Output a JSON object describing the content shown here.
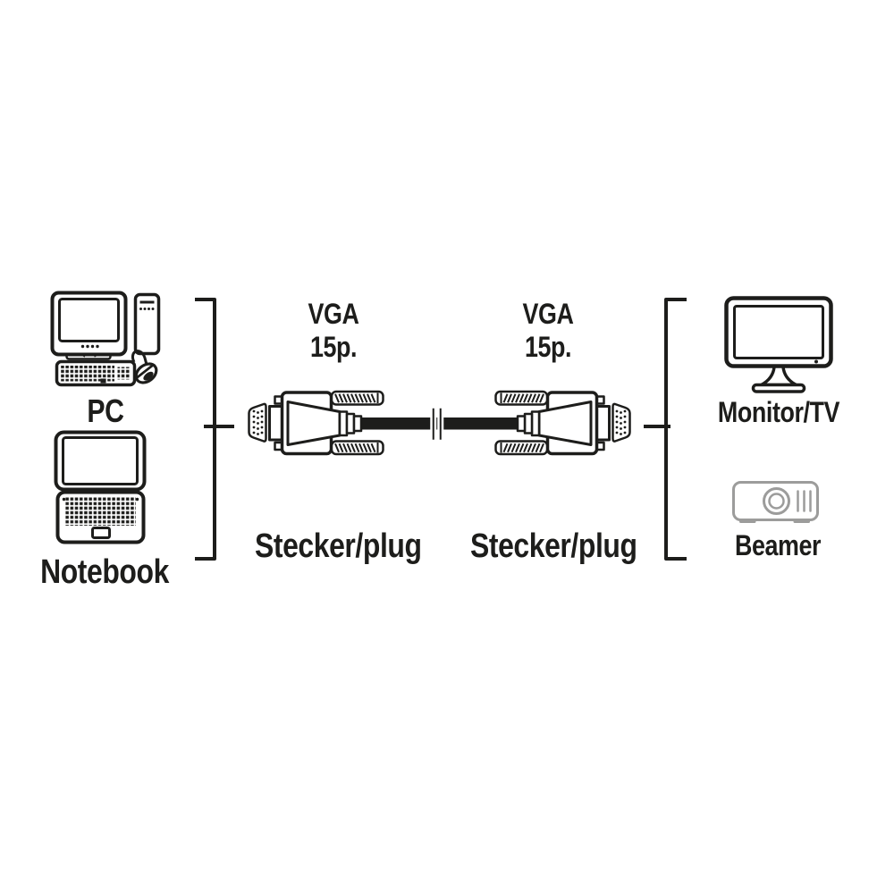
{
  "diagram": {
    "type": "product-connection-diagram",
    "subject": "VGA monitor cable, 15-pin plug to 15-pin plug"
  },
  "labels": {
    "pc": "PC",
    "notebook": "Notebook",
    "monitor_tv": "Monitor/TV",
    "beamer": "Beamer",
    "vga_left_line1": "VGA",
    "vga_left_line2": "15p.",
    "vga_right_line1": "VGA",
    "vga_right_line2": "15p.",
    "plug_left": "Stecker/plug",
    "plug_right": "Stecker/plug"
  },
  "icons": {
    "pc": "pc-icon (desktop computer: CRT monitor, tower, keyboard, mouse)",
    "notebook": "notebook-icon (laptop)",
    "monitor_tv": "monitor-tv-icon (flat-screen display on stand)",
    "beamer": "beamer-icon (video projector with lens and vents)",
    "vga_connector_left": "vga-connector-icon (15-pin D-sub plug with thumbscrews)",
    "vga_connector_right": "vga-connector-icon (15-pin D-sub plug with thumbscrews)",
    "cable_break": "cable-break-icon (cable length interruption marks)",
    "bracket_left": "grouping-bracket",
    "bracket_right": "grouping-bracket"
  },
  "colors": {
    "ink": "#1d1d1b",
    "beamer_ink": "#9c9c9b",
    "background": "#ffffff"
  }
}
